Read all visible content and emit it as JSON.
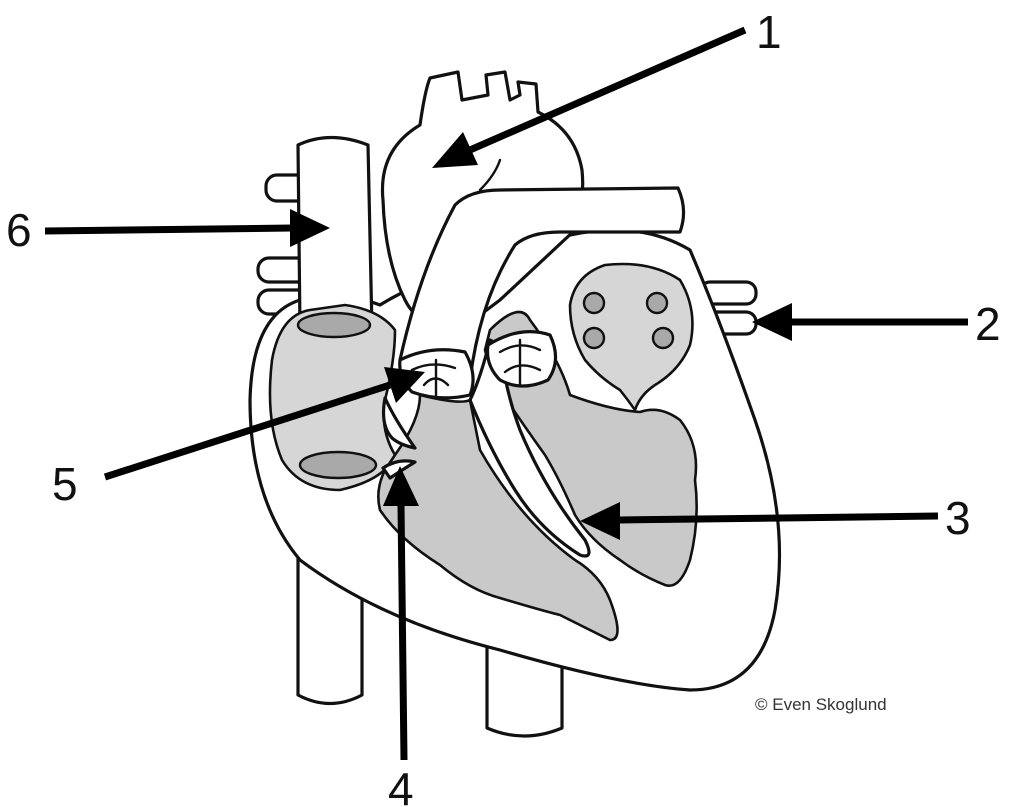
{
  "diagram": {
    "labels": [
      {
        "id": "1",
        "text": "1"
      },
      {
        "id": "2",
        "text": "2"
      },
      {
        "id": "3",
        "text": "3"
      },
      {
        "id": "4",
        "text": "4"
      },
      {
        "id": "5",
        "text": "5"
      },
      {
        "id": "6",
        "text": "6"
      }
    ],
    "credit": "© Even Skoglund"
  }
}
